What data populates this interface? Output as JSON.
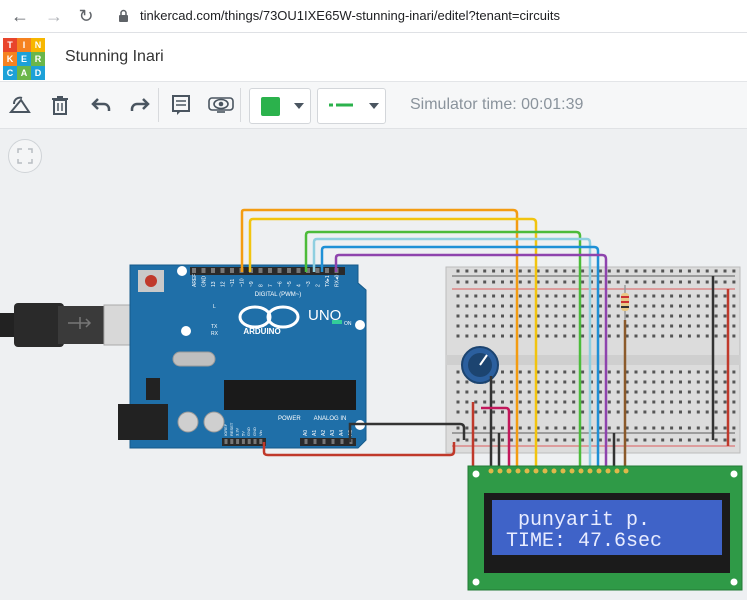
{
  "browser": {
    "url": "tinkercad.com/things/73OU1IXE65W-stunning-inari/editel?tenant=circuits"
  },
  "app": {
    "title": "Stunning Inari",
    "logo_letters": [
      "T",
      "I",
      "N",
      "K",
      "E",
      "R",
      "C",
      "A",
      "D"
    ]
  },
  "toolbar": {
    "simulator_time": "Simulator time: 00:01:39",
    "fill_color": "#2bb24c",
    "wire_color": "#2bb24c"
  },
  "arduino": {
    "brand": "ARDUINO",
    "model": "UNO",
    "digital_label": "DIGITAL (PWM~)",
    "power_label": "POWER",
    "analog_label": "ANALOG IN",
    "digital_pins": [
      "AREF",
      "GND",
      "13",
      "12",
      "~11",
      "~10",
      "~9",
      "8",
      "7",
      "~6",
      "~5",
      "4",
      "~3",
      "2",
      "TX▸1",
      "RX◂0"
    ],
    "power_pins": [
      "IOREF",
      "RESET",
      "3.3V",
      "5V",
      "GND",
      "GND",
      "Vin"
    ],
    "analog_pins": [
      "A0",
      "A1",
      "A2",
      "A3",
      "A4",
      "A5"
    ],
    "tx": "TX",
    "rx": "RX",
    "l": "L",
    "on": "ON"
  },
  "lcd": {
    "line1": " punyarit p.",
    "line2": "TIME: 47.6sec"
  }
}
